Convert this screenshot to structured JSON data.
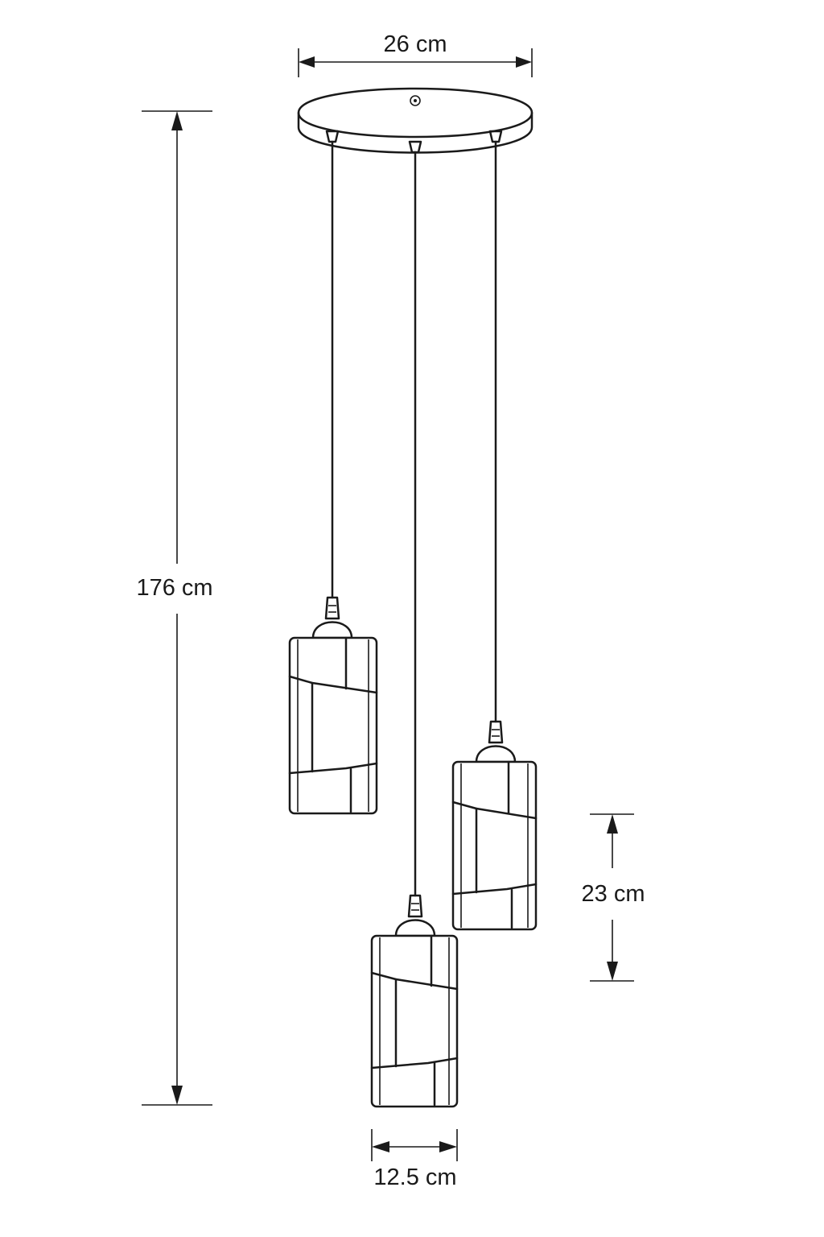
{
  "dimensions": {
    "canopy_width": "26 cm",
    "total_height": "176 cm",
    "shade_height": "23 cm",
    "shade_diameter": "12.5 cm"
  }
}
